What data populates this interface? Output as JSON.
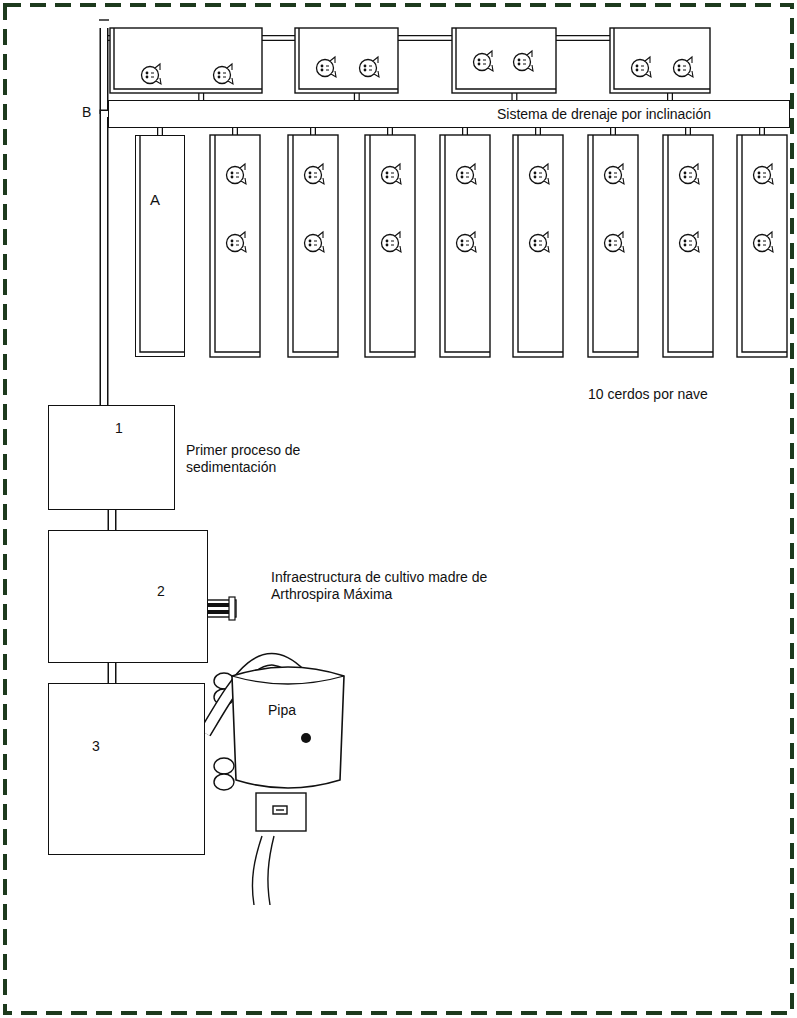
{
  "diagram": {
    "nodes": [
      {
        "text": [
          "Sistema de drenaje por inclinación"
        ]
      },
      {
        "text": [
          "A"
        ]
      },
      {
        "text": [
          "1",
          "Primer proceso de sedimentación"
        ]
      },
      {
        "text": [
          "2",
          "Infraestructura de cultivo madre de Arthrospira Máxima"
        ]
      },
      {
        "text": [
          "3"
        ]
      },
      {
        "text": [
          "Pipa"
        ]
      }
    ],
    "edges": [
      {
        "from": 0,
        "to": 2,
        "arrow": "none"
      },
      {
        "from": 2,
        "to": 3,
        "arrow": "none"
      },
      {
        "from": 3,
        "to": 4,
        "arrow": "none"
      },
      {
        "from": 4,
        "to": 5,
        "arrow": "none"
      }
    ],
    "labels": [
      "B",
      "10 cerdos por nave"
    ]
  }
}
